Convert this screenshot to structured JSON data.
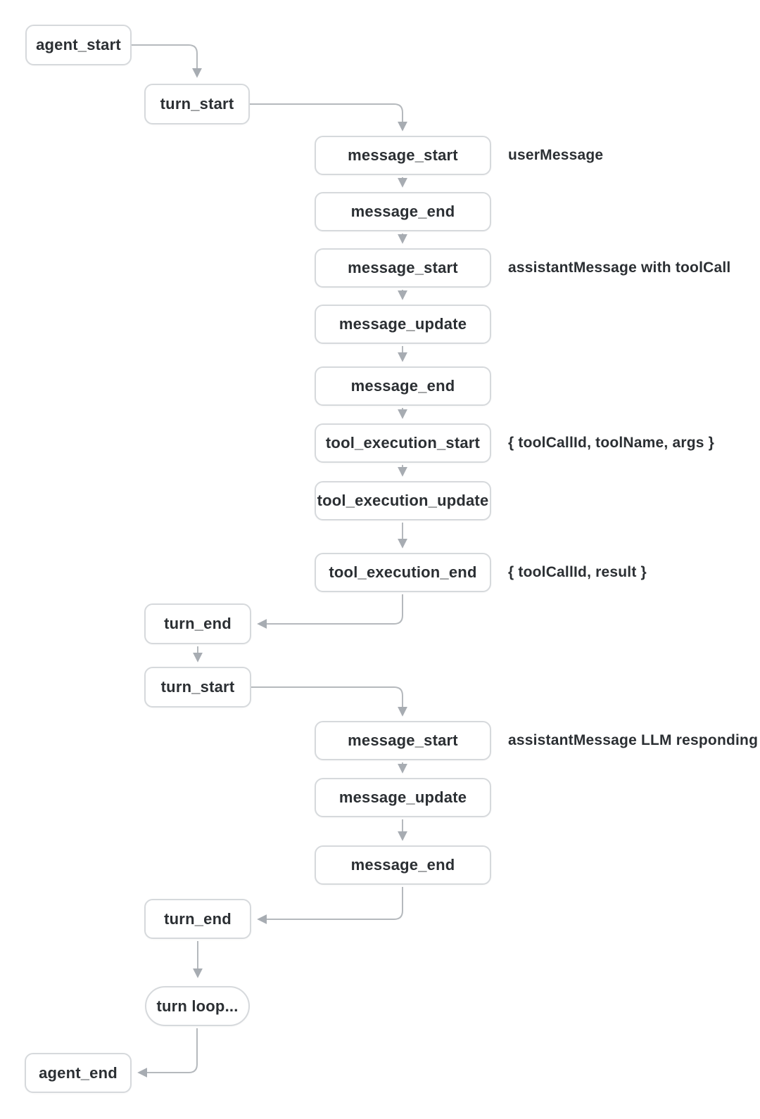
{
  "colors": {
    "box-border": "#d6d9dc",
    "box-bg": "#ffffff",
    "text": "#2b2f33",
    "arrow": "#b5b9bd",
    "arrowhead": "#a7acb2",
    "page-bg": "#ffffff"
  },
  "nodes": [
    {
      "id": "agent-start",
      "label": "agent_start"
    },
    {
      "id": "turn-start-1",
      "label": "turn_start"
    },
    {
      "id": "message-start-1",
      "label": "message_start"
    },
    {
      "id": "message-end-1",
      "label": "message_end"
    },
    {
      "id": "message-start-2",
      "label": "message_start"
    },
    {
      "id": "message-update-1",
      "label": "message_update"
    },
    {
      "id": "message-end-2",
      "label": "message_end"
    },
    {
      "id": "tool-execution-start",
      "label": "tool_execution_start"
    },
    {
      "id": "tool-execution-update",
      "label": "tool_execution_update"
    },
    {
      "id": "tool-execution-end",
      "label": "tool_execution_end"
    },
    {
      "id": "turn-end-1",
      "label": "turn_end"
    },
    {
      "id": "turn-start-2",
      "label": "turn_start"
    },
    {
      "id": "message-start-3",
      "label": "message_start"
    },
    {
      "id": "message-update-2",
      "label": "message_update"
    },
    {
      "id": "message-end-3",
      "label": "message_end"
    },
    {
      "id": "turn-end-2",
      "label": "turn_end"
    },
    {
      "id": "turn-loop",
      "label": "turn loop..."
    },
    {
      "id": "agent-end",
      "label": "agent_end"
    }
  ],
  "annotations": [
    {
      "for": "message-start-1",
      "text": "userMessage"
    },
    {
      "for": "message-start-2",
      "text": "assistantMessage with toolCall"
    },
    {
      "for": "tool-execution-start",
      "text": "{ toolCallId, toolName, args }"
    },
    {
      "for": "tool-execution-end",
      "text": "{ toolCallId, result }"
    },
    {
      "for": "message-start-3",
      "text": "assistantMessage LLM responding"
    }
  ]
}
